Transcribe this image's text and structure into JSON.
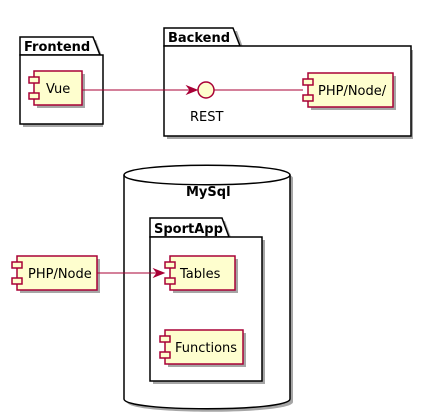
{
  "colors": {
    "component_fill": "#FEFECE",
    "component_border": "#A80036",
    "link": "#A80036",
    "package_border": "#000000"
  },
  "packages": {
    "frontend": {
      "title": "Frontend"
    },
    "backend": {
      "title": "Backend"
    },
    "mysql": {
      "title": "MySql"
    },
    "sportapp": {
      "title": "SportApp"
    }
  },
  "components": {
    "vue": "Vue",
    "php_node_backend": "PHP/Node/",
    "php_node": "PHP/Node",
    "tables": "Tables",
    "functions": "Functions"
  },
  "interfaces": {
    "rest": "REST"
  },
  "links": [
    {
      "from": "Vue",
      "to": "REST",
      "style": "arrow"
    },
    {
      "from": "REST",
      "to": "PHP/Node/",
      "style": "line"
    },
    {
      "from": "PHP/Node",
      "to": "Tables",
      "style": "arrow"
    }
  ]
}
